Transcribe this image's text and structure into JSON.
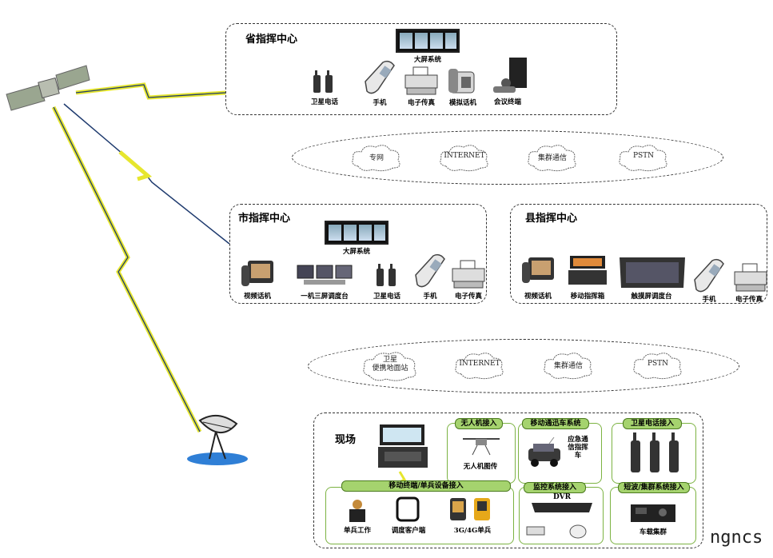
{
  "province": {
    "title": "省指挥中心",
    "big_screen": "大屏系统",
    "devices": [
      "卫星电话",
      "手机",
      "电子传真",
      "模拟话机",
      "会议终端"
    ]
  },
  "network1": {
    "clouds": [
      "专网",
      "INTERNET",
      "集群通信",
      "PSTN"
    ]
  },
  "city": {
    "title": "市指挥中心",
    "big_screen": "大屏系统",
    "devices": [
      "视频话机",
      "一机三屏调度台",
      "卫星电话",
      "手机",
      "电子传真"
    ]
  },
  "county": {
    "title": "县指挥中心",
    "devices": [
      "视频话机",
      "移动指挥箱",
      "触摸屏调度台",
      "手机",
      "电子传真"
    ]
  },
  "network2": {
    "clouds": [
      "卫星\n便携地面站",
      "INTERNET",
      "集群通信",
      "PSTN"
    ]
  },
  "site": {
    "title": "现场",
    "uav": {
      "tag": "无人机接入",
      "caption": "无人机图传"
    },
    "vehicle": {
      "tag": "移动通迅车系统",
      "caption": "应急通\n信指挥\n车"
    },
    "satphone": {
      "tag": "卫星电话接入"
    },
    "mobile": {
      "tag": "移动终端/单兵设备接入",
      "captions": [
        "单兵工作",
        "调度客户端",
        "3G/4G单兵"
      ]
    },
    "monitor": {
      "tag": "监控系统接入",
      "dvr": "DVR"
    },
    "trunk": {
      "tag": "短波/集群系统接入",
      "caption": "车载集群"
    }
  },
  "watermark": "ngncs"
}
